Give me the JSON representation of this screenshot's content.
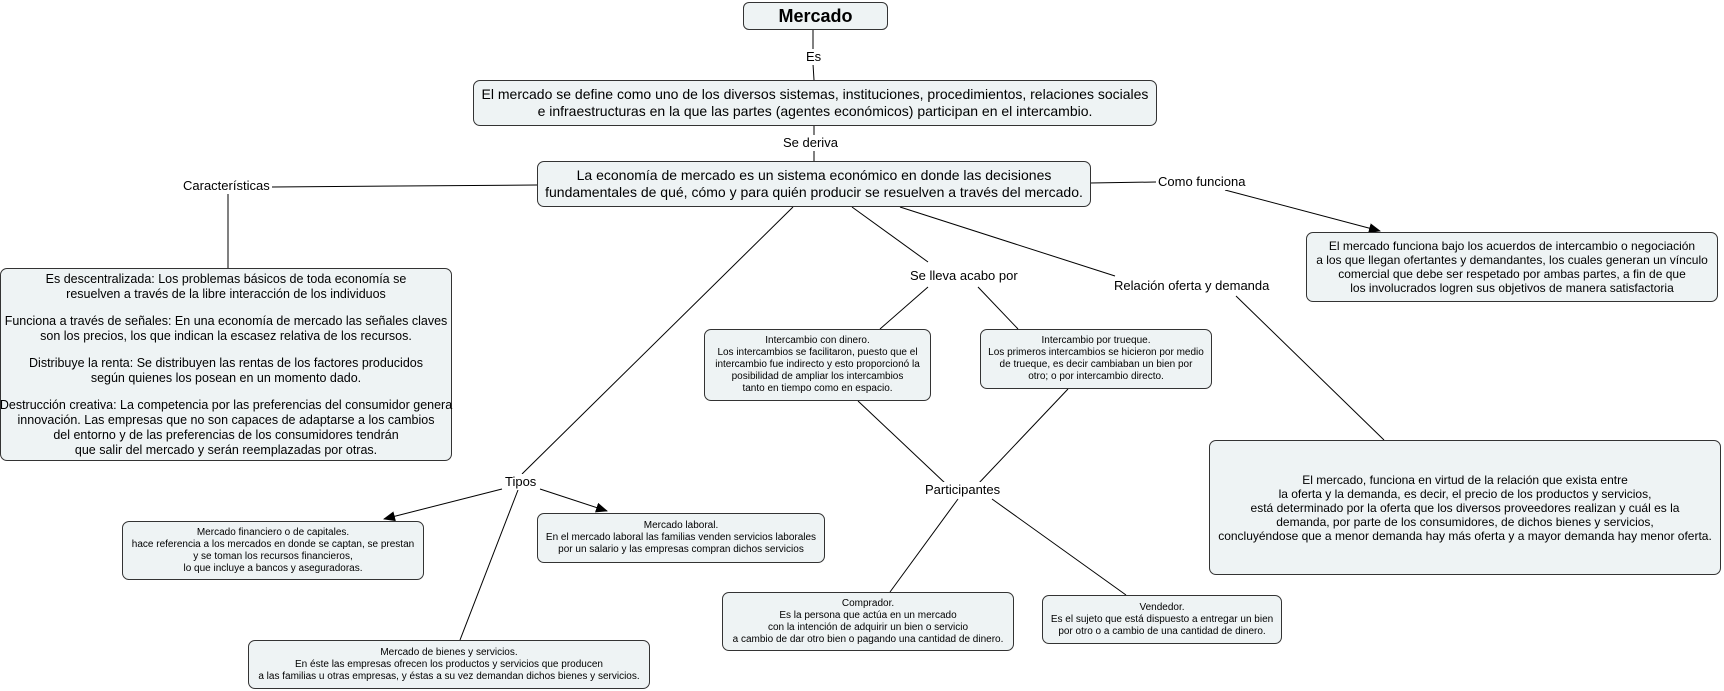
{
  "title": "Mercado",
  "definition": {
    "lines": [
      "El mercado se define como uno de los diversos sistemas, instituciones, procedimientos, relaciones sociales",
      "e infraestructuras en la que las partes (agentes económicos) participan en el intercambio."
    ]
  },
  "economy": {
    "lines": [
      "La economía de mercado es un sistema económico en donde las decisiones",
      "fundamentales de qué, cómo y para quién producir se resuelven a través del mercado."
    ]
  },
  "links": {
    "es": "Es",
    "se_deriva": "Se deriva",
    "caracteristicas": "Características",
    "como_funciona": "Como funciona",
    "se_lleva_acabo_por": "Se lleva acabo por",
    "relacion_oferta_demanda": "Relación oferta y demanda",
    "tipos": "Tipos",
    "participantes": "Participantes"
  },
  "characteristics": {
    "paragraphs": [
      [
        "Es descentralizada: Los problemas básicos de toda economía se",
        "resuelven a través de la libre interacción de los individuos"
      ],
      [
        "Funciona a través de señales: En una economía de mercado las señales claves",
        "son los precios, los que indican la escasez relativa de los recursos."
      ],
      [
        "Distribuye la renta: Se distribuyen las rentas de los factores producidos",
        "según quienes los posean en un momento dado."
      ],
      [
        "Destrucción creativa: La competencia por las preferencias del consumidor genera",
        "innovación. Las empresas que no son capaces de adaptarse a los cambios",
        "del entorno y de las preferencias de los consumidores tendrán",
        "que salir del mercado y serán reemplazadas por otras."
      ]
    ]
  },
  "functioning": {
    "lines": [
      "El mercado funciona bajo los acuerdos de intercambio o negociación",
      "a los que llegan ofertantes y demandantes, los cuales generan un vínculo",
      "comercial que debe ser respetado por ambas partes, a fin de que",
      "los involucrados logren sus objetivos de manera satisfactoria"
    ]
  },
  "supply_demand": {
    "lines": [
      "El mercado, funciona en virtud de la relación que exista entre",
      "la oferta y la demanda, es decir, el precio de los productos y servicios,",
      "está determinado por la oferta que los diversos proveedores realizan y cuál es la",
      "demanda, por parte de los consumidores, de dichos bienes y servicios,",
      "concluyéndose que a menor demanda hay más oferta y a mayor demanda hay menor oferta."
    ]
  },
  "money_exchange": {
    "lines": [
      "Intercambio con dinero.",
      "Los intercambios se facilitaron, puesto que el",
      "intercambio fue indirecto y esto proporcionó la",
      "posibilidad de ampliar los intercambios",
      "tanto en tiempo como en espacio."
    ]
  },
  "barter_exchange": {
    "lines": [
      "Intercambio por trueque.",
      "Los primeros intercambios se hicieron por medio",
      "de trueque, es decir cambiaban un bien por",
      "otro; o por intercambio directo."
    ]
  },
  "financial_market": {
    "lines": [
      "Mercado financiero o de capitales.",
      "hace referencia a los mercados en donde se captan, se prestan",
      "y se toman los recursos financieros,",
      "lo que incluye a bancos y aseguradoras."
    ]
  },
  "labor_market": {
    "lines": [
      "Mercado laboral.",
      "En el mercado laboral las familias venden servicios laborales",
      "por un salario y las empresas compran dichos servicios"
    ]
  },
  "goods_market": {
    "lines": [
      "Mercado de bienes y servicios.",
      "En éste las empresas ofrecen los productos y servicios que producen",
      "a las familias u otras empresas, y éstas a su vez demandan dichos bienes y servicios."
    ]
  },
  "buyer": {
    "lines": [
      "Comprador.",
      "Es la persona que actúa en un mercado",
      "con la intención de adquirir un bien o servicio",
      "a cambio de dar otro bien o pagando una cantidad de dinero."
    ]
  },
  "seller": {
    "lines": [
      "Vendedor.",
      "Es el sujeto que está dispuesto a entregar un bien",
      "por otro o a cambio de una cantidad de dinero."
    ]
  },
  "colors": {
    "node_fill": "#eef3f4",
    "node_border": "#333333",
    "connector": "#000000"
  }
}
